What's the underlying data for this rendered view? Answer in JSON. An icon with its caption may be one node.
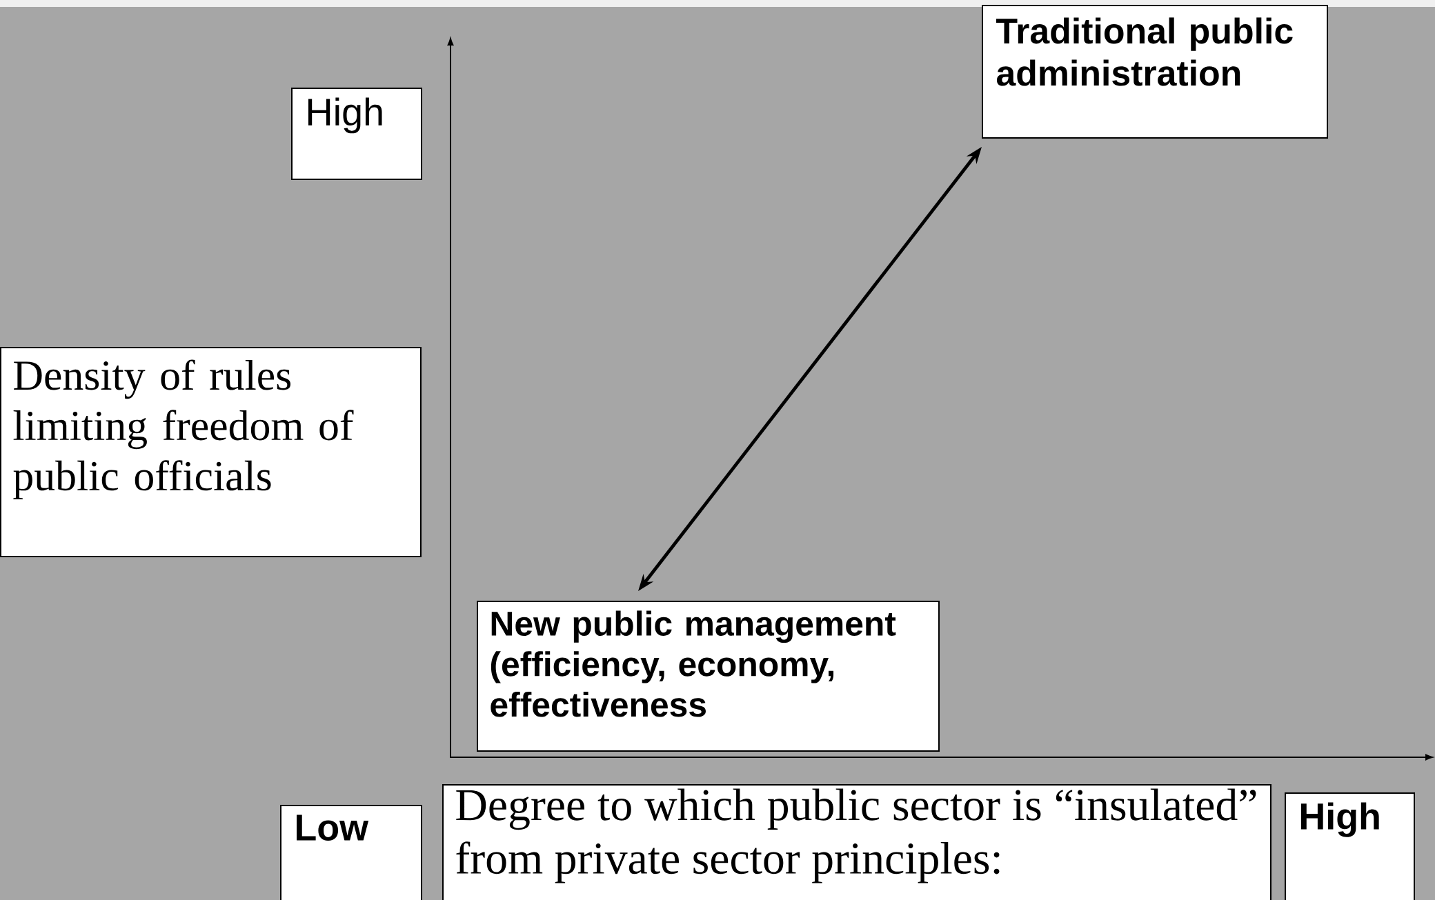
{
  "diagram": {
    "nodes": [
      {
        "text": [
          "High"
        ]
      },
      {
        "text": [
          "Density of rules limiting freedom of public officials"
        ]
      },
      {
        "text": [
          "Traditional public administration"
        ]
      },
      {
        "text": [
          "New public management (efficiency, economy, effectiveness"
        ]
      },
      {
        "text": [
          "Low"
        ]
      },
      {
        "text": [
          "Degree to which public sector is “insulated” from private sector principles:"
        ]
      },
      {
        "text": [
          "High"
        ]
      }
    ],
    "edges": [
      {
        "from": 3,
        "to": 2,
        "arrow": "both"
      }
    ]
  }
}
